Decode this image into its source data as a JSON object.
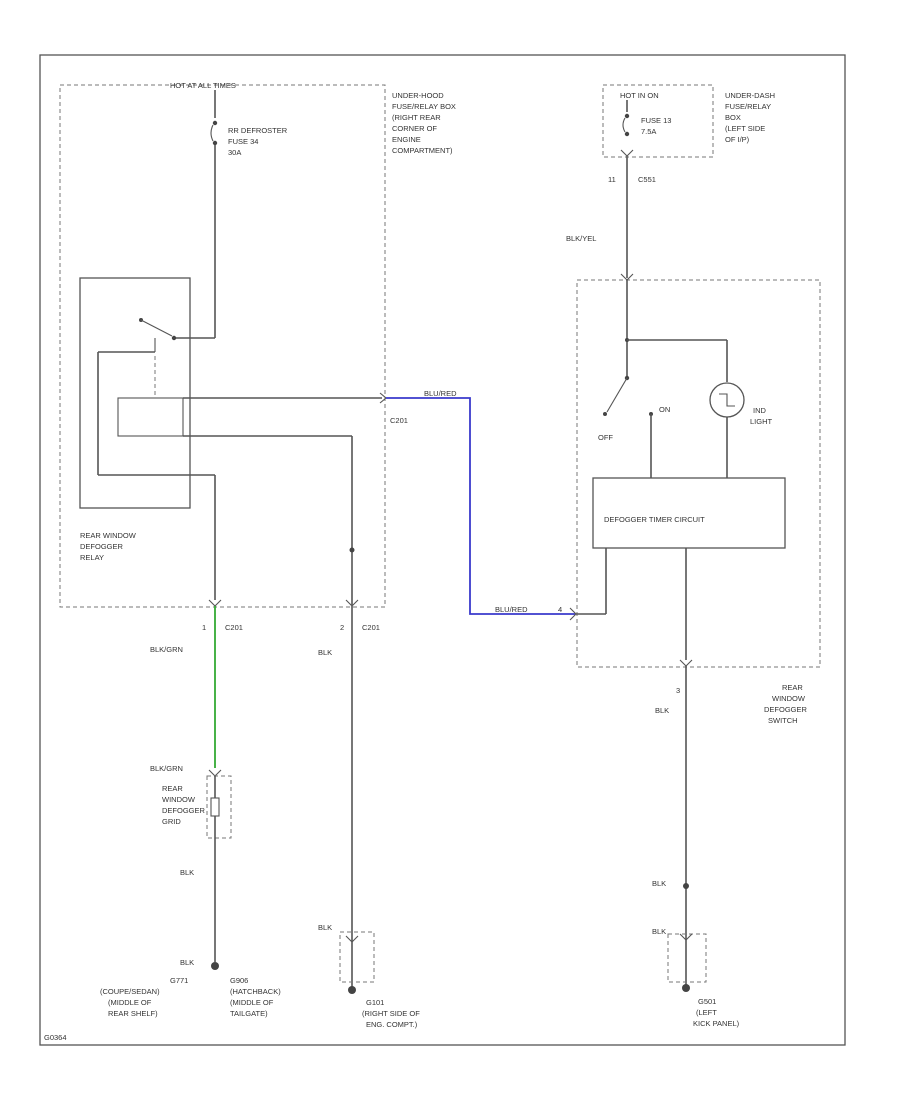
{
  "colors": {
    "wire": "#555555",
    "wire_blu_red": "#3a3acc",
    "wire_blk_grn": "#33aa33",
    "background": "#ffffff"
  },
  "labels": {
    "hot_at_all_times": "HOT AT ALL TIMES",
    "rr_defroster_fuse": [
      "RR DEFROSTER",
      "FUSE 34",
      "30A"
    ],
    "under_hood_box": [
      "UNDER-HOOD",
      "FUSE/RELAY BOX",
      "(RIGHT REAR",
      "CORNER OF",
      "ENGINE",
      "COMPARTMENT)"
    ],
    "hot_in_on": "HOT IN ON",
    "fuse_13": [
      "FUSE 13",
      "7.5A"
    ],
    "under_dash_box": [
      "UNDER-DASH",
      "FUSE/RELAY",
      "BOX",
      "(LEFT SIDE",
      "OF I/P)"
    ],
    "c551_pin": "11",
    "c551": "C551",
    "blk_yel": "BLK/YEL",
    "relay_name": [
      "REAR WINDOW",
      "DEFOGGER",
      "RELAY"
    ],
    "c201_upper": "C201",
    "blu_red_1": "BLU/RED",
    "blu_red_2": "BLU/RED",
    "switch_pin_4": "4",
    "off": "OFF",
    "on": "ON",
    "ind_light": [
      "IND",
      "LIGHT"
    ],
    "timer_circuit": "DEFOGGER TIMER CIRCUIT",
    "pin_1": "1",
    "c201_a": "C201",
    "pin_2": "2",
    "c201_b": "C201",
    "blk_grn_1": "BLK/GRN",
    "blk_1": "BLK",
    "pin_3": "3",
    "blk_2": "BLK",
    "switch_name": [
      "REAR",
      "WINDOW",
      "DEFOGGER",
      "SWITCH"
    ],
    "blk_grn_2": "BLK/GRN",
    "grid_name": [
      "REAR",
      "WINDOW",
      "DEFOGGER",
      "GRID"
    ],
    "blk_3": "BLK",
    "blk_4": "BLK",
    "blk_5": "BLK",
    "blk_6": "BLK",
    "blk_7": "BLK",
    "g771": "G771",
    "g771_desc": [
      "(COUPE/SEDAN)",
      "(MIDDLE OF",
      "REAR SHELF)"
    ],
    "g906": "G906",
    "g906_desc": [
      "(HATCHBACK)",
      "(MIDDLE OF",
      "TAILGATE)"
    ],
    "g101": "G101",
    "g101_desc": [
      "(RIGHT SIDE OF",
      "ENG. COMPT.)"
    ],
    "g501": "G501",
    "g501_desc": [
      "(LEFT",
      "KICK PANEL)"
    ],
    "figure_id": "G0364"
  }
}
